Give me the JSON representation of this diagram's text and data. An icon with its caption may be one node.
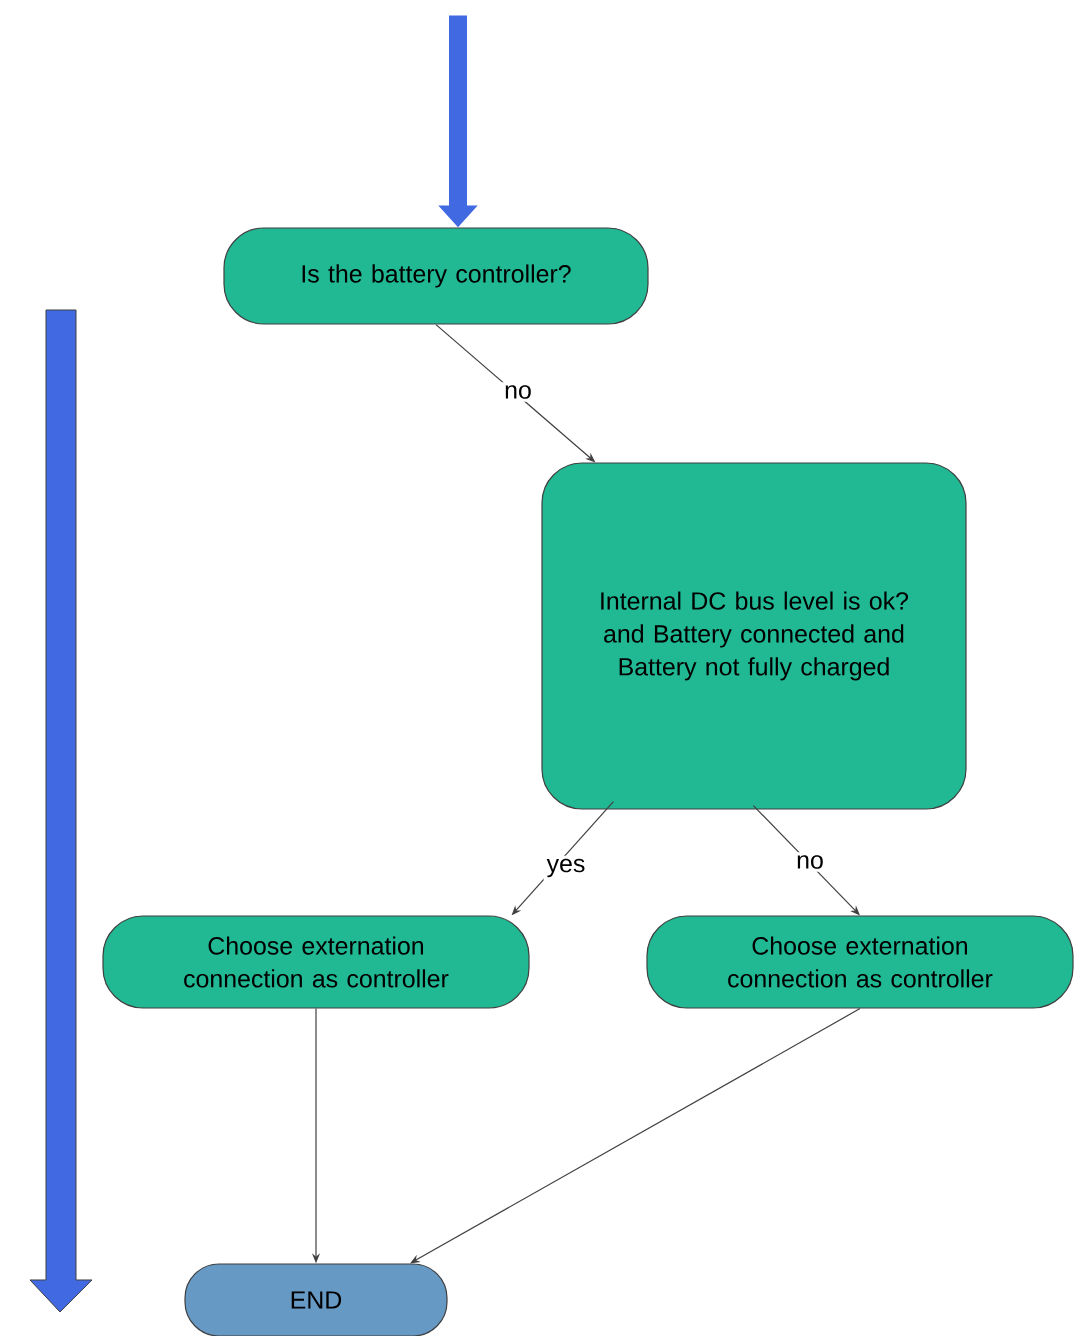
{
  "diagram": {
    "nodes": [
      {
        "text": [
          "Is the battery controller?"
        ]
      },
      {
        "text": [
          "Internal DC bus level is ok? and Battery connected and Battery not fully charged"
        ]
      },
      {
        "text": [
          "Choose externation connection as controller"
        ]
      },
      {
        "text": [
          "Choose externation connection as controller"
        ]
      },
      {
        "text": [
          "END"
        ]
      }
    ],
    "edges": [
      {
        "from": null,
        "to": 0,
        "arrow": "to",
        "style": "thick",
        "color": "#4169e1"
      },
      {
        "from": 0,
        "to": 1,
        "arrow": "to",
        "label": "no"
      },
      {
        "from": 1,
        "to": 2,
        "arrow": "to",
        "label": "yes"
      },
      {
        "from": 1,
        "to": 3,
        "arrow": "to",
        "label": "no"
      },
      {
        "from": 2,
        "to": 4,
        "arrow": "to"
      },
      {
        "from": 3,
        "to": 4,
        "arrow": "to"
      }
    ]
  }
}
